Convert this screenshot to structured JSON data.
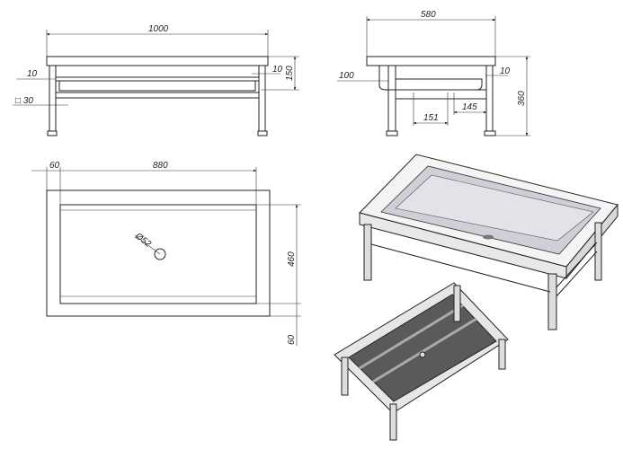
{
  "front_view": {
    "width": "1000",
    "offset_left": "10",
    "offset_right": "10",
    "height": "150",
    "leg_profile": "□ 30"
  },
  "side_view": {
    "width": "580",
    "offset_left": "100",
    "offset_right": "10",
    "height": "360",
    "spacing_a": "151",
    "spacing_b": "145"
  },
  "plan_view": {
    "margin_top": "60",
    "inner_width": "880",
    "drain": "Ø52",
    "inner_depth": "460",
    "margin_bottom": "60"
  }
}
